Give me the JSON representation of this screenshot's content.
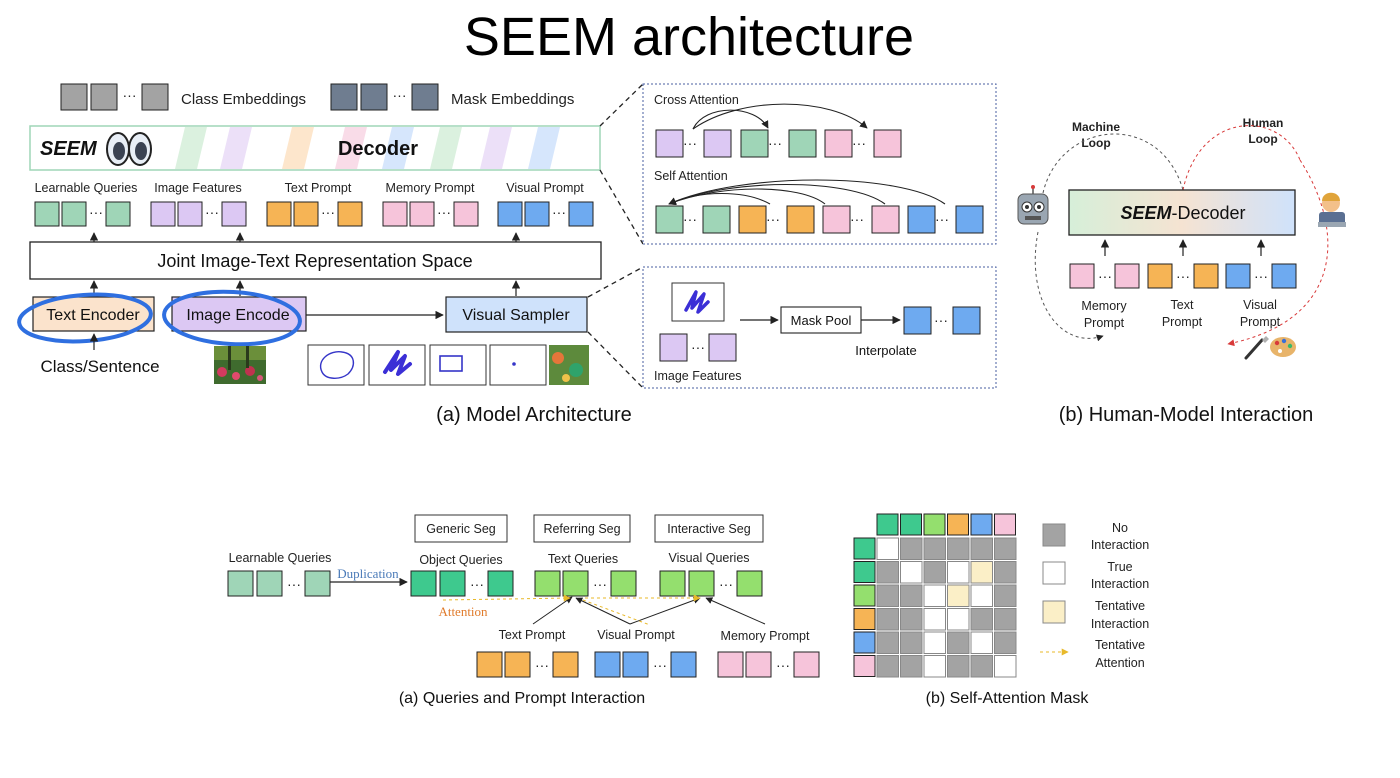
{
  "title": "SEEM architecture",
  "colors": {
    "gray": "#a3a3a3",
    "slate": "#6f7d90",
    "green": "#9fd5b7",
    "purple": "#dcc8f3",
    "orange": "#f6b455",
    "pink": "#f6c4da",
    "blue": "#6eaaf0",
    "teal": "#3ec98e",
    "lime": "#94df6e",
    "cream": "#fbefc7",
    "ellipse": "#2f6fe0"
  },
  "model_arch": {
    "class_embeddings": "Class Embeddings",
    "mask_embeddings": "Mask Embeddings",
    "seem_logo": "SEEM",
    "decoder": "Decoder",
    "query_labels": [
      "Learnable Queries",
      "Image Features",
      "Text Prompt",
      "Memory Prompt",
      "Visual Prompt"
    ],
    "joint_space": "Joint Image-Text Representation Space",
    "text_encoder": "Text Encoder",
    "image_encoder": "Image Encode",
    "visual_sampler": "Visual Sampler",
    "class_sentence": "Class/Sentence",
    "caption": "(a) Model Architecture"
  },
  "attention_box": {
    "cross": "Cross Attention",
    "self": "Self Attention"
  },
  "sampler_box": {
    "mask_pool": "Mask Pool",
    "interpolate": "Interpolate",
    "image_features": "Image Features"
  },
  "human_model": {
    "machine_loop": [
      "Machine",
      "Loop"
    ],
    "human_loop": [
      "Human",
      "Loop"
    ],
    "decoder_bold": "SEEM",
    "decoder_rest": "-Decoder",
    "prompts": [
      [
        "Memory",
        "Prompt"
      ],
      [
        "Text",
        "Prompt"
      ],
      [
        "Visual",
        "Prompt"
      ]
    ],
    "caption": "(b) Human-Model Interaction"
  },
  "queries_prompt": {
    "learnable": "Learnable Queries",
    "duplication": "Duplication",
    "attention": "Attention",
    "seg_tasks": [
      "Generic Seg",
      "Referring Seg",
      "Interactive Seg"
    ],
    "query_types": [
      "Object Queries",
      "Text Queries",
      "Visual Queries"
    ],
    "prompts": [
      "Text Prompt",
      "Visual Prompt",
      "Memory Prompt"
    ],
    "caption": "(a) Queries and Prompt Interaction"
  },
  "attention_mask": {
    "legend": [
      [
        "No",
        "Interaction"
      ],
      [
        "True",
        "Interaction"
      ],
      [
        "Tentative",
        "Interaction"
      ],
      [
        "Tentative",
        "Attention"
      ]
    ],
    "header_colors": [
      "teal",
      "teal",
      "lime",
      "orange",
      "blue",
      "pink"
    ],
    "grid": [
      [
        "W",
        "G",
        "G",
        "G",
        "G",
        "G"
      ],
      [
        "G",
        "W",
        "G",
        "W",
        "C",
        "G"
      ],
      [
        "G",
        "G",
        "W",
        "C",
        "W",
        "G"
      ],
      [
        "G",
        "G",
        "W",
        "W",
        "G",
        "G"
      ],
      [
        "G",
        "G",
        "W",
        "G",
        "W",
        "G"
      ],
      [
        "G",
        "G",
        "W",
        "G",
        "G",
        "W"
      ]
    ],
    "caption": "(b) Self-Attention Mask"
  }
}
